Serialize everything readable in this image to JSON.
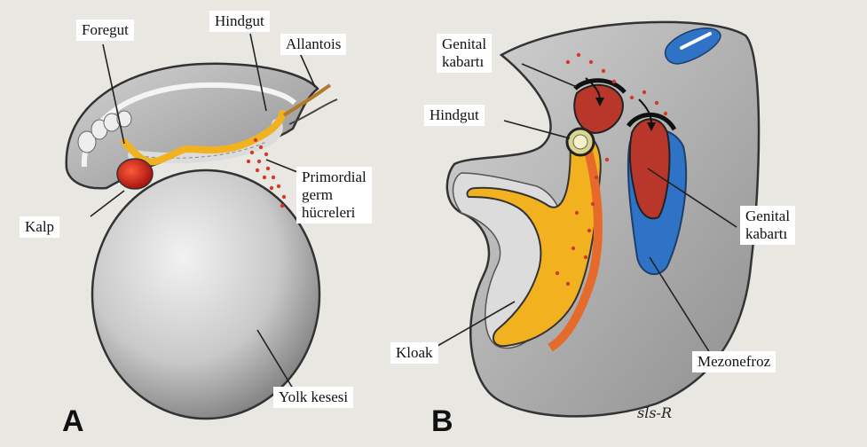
{
  "panel_a": {
    "letter": "A",
    "labels": {
      "foregut": "Foregut",
      "hindgut": "Hindgut",
      "allantois": "Allantois",
      "primordial": "Primordial\ngerm\nhücreleri",
      "kalp": "Kalp",
      "yolk": "Yolk kesesi"
    }
  },
  "panel_b": {
    "letter": "B",
    "labels": {
      "genital_top": "Genital\nkabartı",
      "hindgut": "Hindgut",
      "genital_right": "Genital\nkabartı",
      "kloak": "Kloak",
      "mezonefroz": "Mezonefroz"
    },
    "signature": "sls-R"
  },
  "colors": {
    "background": "#e9e7e2",
    "embryo_gray": "#b9b9b9",
    "gut_yellow": "#f2b21f",
    "germ_cells": "#d23a2a",
    "heart_red": "#c8221c",
    "mesonephros_blue": "#2f73c6",
    "genital_ridge_red": "#b8372a"
  }
}
